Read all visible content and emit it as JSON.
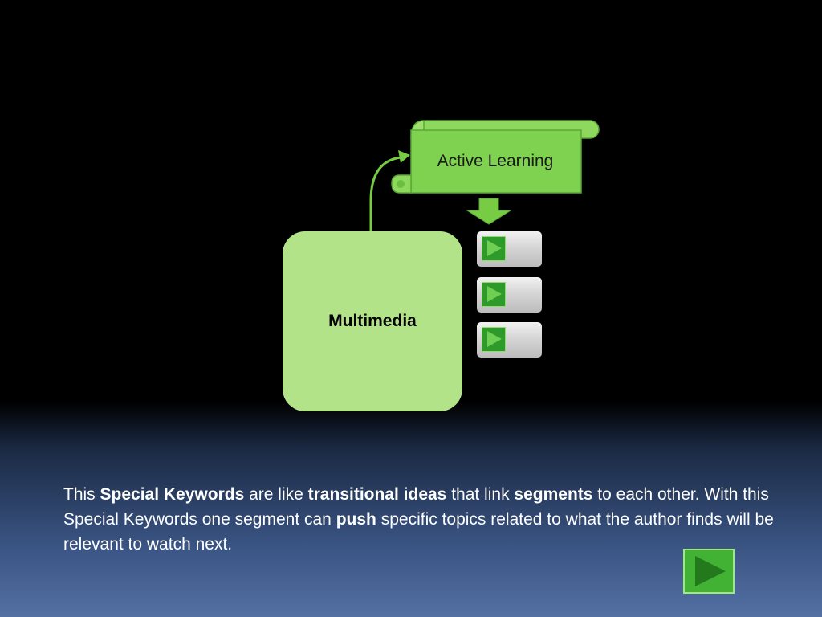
{
  "diagram": {
    "source_label": "Multimedia",
    "target_label": "Active Learning",
    "colors": {
      "box_fill": "#b2e388",
      "scroll_fill": "#7fd24f",
      "arrow": "#77cc44"
    }
  },
  "description": {
    "parts": [
      "This ",
      "Special Keywords",
      " are like ",
      "transitional ideas",
      " that link ",
      "segments",
      " to each other. With this Special Keywords one segment can ",
      "push",
      " specific topics related to what the author finds will be relevant to watch next."
    ]
  },
  "next_button": {
    "icon": "play-icon",
    "color": "#41b233"
  }
}
